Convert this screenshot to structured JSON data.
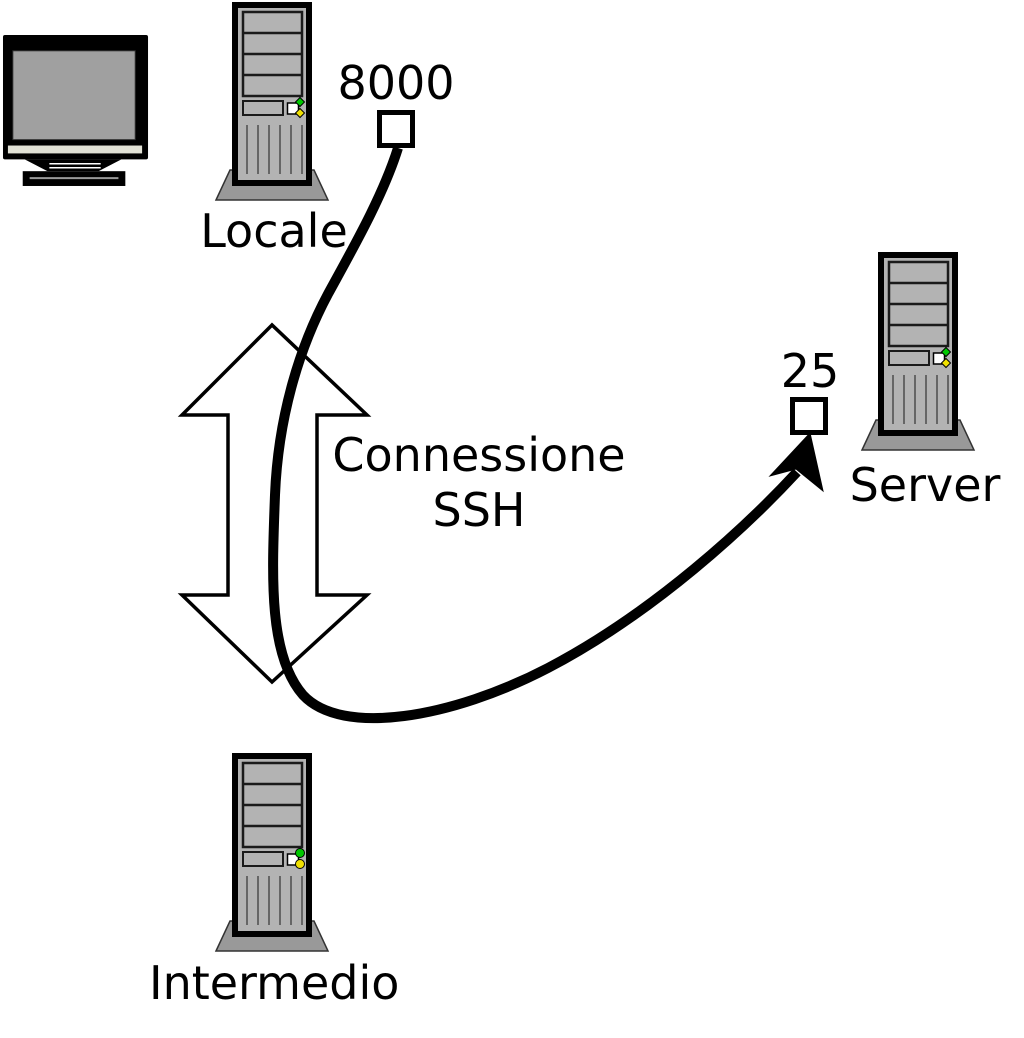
{
  "nodes": {
    "workstation": {
      "icon": "monitor"
    },
    "locale": {
      "label": "Locale",
      "port": "8000",
      "icon": "computer-tower"
    },
    "intermedio": {
      "label": "Intermedio",
      "icon": "computer-tower"
    },
    "server": {
      "label": "Server",
      "port": "25",
      "icon": "computer-tower"
    }
  },
  "connection": {
    "label_line1": "Connessione",
    "label_line2": "SSH",
    "icon": "double-headed-arrow"
  },
  "colors": {
    "background": "#ffffff",
    "line": "#000000",
    "text": "#000000",
    "tower_frame": "#000000",
    "tower_body": "#b3b3b3",
    "bay_outline": "#1a1a1a",
    "pedestal": "#999999",
    "vent": "#666666",
    "led_green": "#00c800",
    "led_yellow": "#f0e000",
    "button": "#ffffff",
    "screen": "#a0a0a0",
    "monitor_strip": "#e2e2d6",
    "port_fill": "#ffffff"
  }
}
